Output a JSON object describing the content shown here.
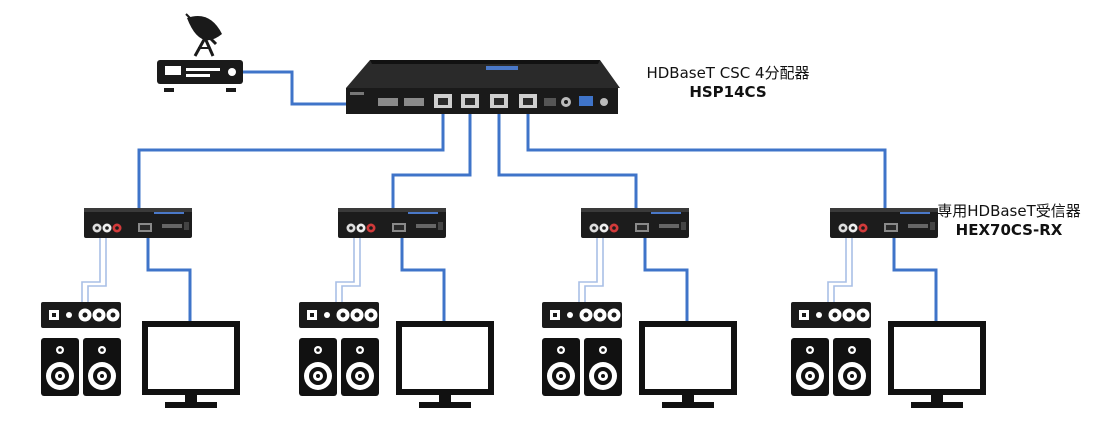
{
  "labels": {
    "splitter_name": "HDBaseT CSC 4分配器",
    "splitter_model": "HSP14CS",
    "receiver_name": "専用HDBaseT受信器",
    "receiver_model": "HEX70CS-RX"
  },
  "colors": {
    "cable": "#3f74c9",
    "audio_cable": "#a9bfe6",
    "device_body": "#1c1c1c",
    "icon": "#111111",
    "background": "#ffffff"
  },
  "icons": {
    "source": "satellite-receiver-icon",
    "splitter": "hdbaset-splitter-icon",
    "receiver": "hdbaset-receiver-icon",
    "amplifier": "amplifier-icon",
    "speakers": "speaker-pair-icon",
    "display": "tv-monitor-icon"
  },
  "receiver_count": 4
}
